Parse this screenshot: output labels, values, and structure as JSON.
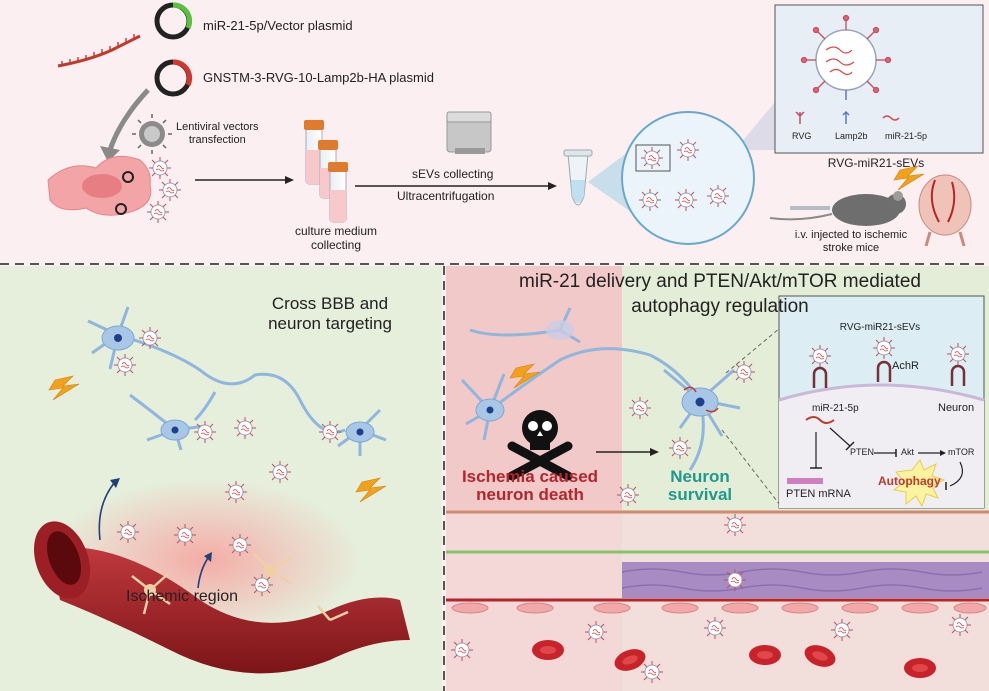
{
  "top": {
    "plasmid_1": "miR-21-5p/Vector plasmid",
    "plasmid_2": "GNSTM-3-RVG-10-Lamp2b-HA plasmid",
    "transfection": "Lentiviral vectors\ntransfection",
    "culture": "culture medium\ncollecting",
    "sevs_collecting": "sEVs collecting",
    "ultracentrifugation": "Ultracentrifugation",
    "legend_rvg": "RVG",
    "legend_lamp2b": "Lamp2b",
    "legend_mir": "miR-21-5p",
    "vesicle_name": "RVG-miR21-sEVs",
    "injection": "i.v. injected to ischemic\nstroke mice"
  },
  "left_panel": {
    "title": "Cross BBB and\nneuron targeting",
    "ischemic": "Ischemic region"
  },
  "right_panel": {
    "title_line1": "miR-21 delivery and PTEN/Akt/mTOR mediated",
    "title_line2": "autophagy regulation",
    "death": "Ischemia caused\nneuron death",
    "survival": "Neuron\nsurvival",
    "inset_title": "RVG-miR21-sEVs",
    "achr": "AchR",
    "neuron": "Neuron",
    "mir": "miR-21-5p",
    "pten": "PTEN",
    "akt": "Akt",
    "mtor": "mTOR",
    "pten_mrna": "PTEN mRNA",
    "autophagy": "Autophagy"
  },
  "colors": {
    "top_bg": "#fbeff1",
    "left_bg": "#e6eedc",
    "right_red_bg": "#f1c9c8",
    "right_green_bg": "#e4edd8",
    "vessel": "#9b1f24",
    "neuron": "#8fb6dc",
    "death_text": "#b5252b",
    "survival_text": "#1e9a8c"
  }
}
